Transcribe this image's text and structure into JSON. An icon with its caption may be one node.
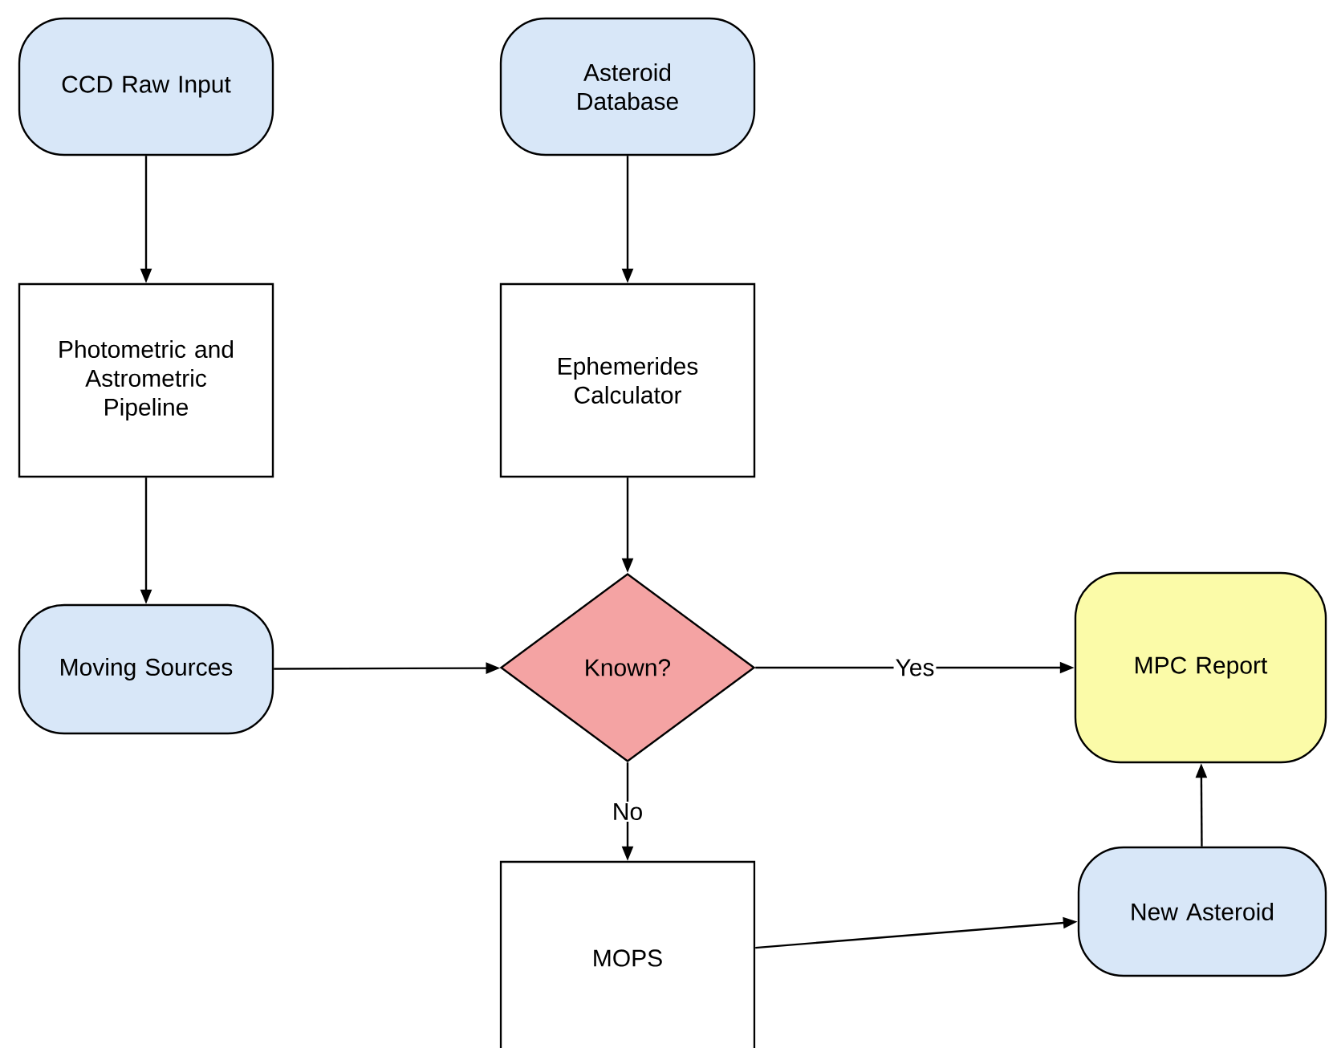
{
  "diagram": {
    "nodes": [
      {
        "text": [
          "CCD Raw Input"
        ]
      },
      {
        "text": [
          "Asteroid Database"
        ]
      },
      {
        "text": [
          "Photometric and Astrometric Pipeline"
        ]
      },
      {
        "text": [
          "Ephemerides Calculator"
        ]
      },
      {
        "text": [
          "Moving Sources"
        ]
      },
      {
        "text": [
          "Known?"
        ]
      },
      {
        "text": [
          "MPC Report"
        ]
      },
      {
        "text": [
          "MOPS"
        ]
      },
      {
        "text": [
          "New Asteroid"
        ]
      }
    ],
    "edges": [
      {
        "from": 0,
        "to": 2,
        "arrow": "to"
      },
      {
        "from": 2,
        "to": 4,
        "arrow": "to"
      },
      {
        "from": 1,
        "to": 3,
        "arrow": "to"
      },
      {
        "from": 3,
        "to": 5,
        "arrow": "to"
      },
      {
        "from": 4,
        "to": 5,
        "arrow": "to"
      },
      {
        "from": 5,
        "to": 6,
        "arrow": "to",
        "label": "Yes"
      },
      {
        "from": 5,
        "to": 7,
        "arrow": "to",
        "label": "No"
      },
      {
        "from": 7,
        "to": 8,
        "arrow": "to"
      },
      {
        "from": 8,
        "to": 6,
        "arrow": "to"
      }
    ]
  }
}
